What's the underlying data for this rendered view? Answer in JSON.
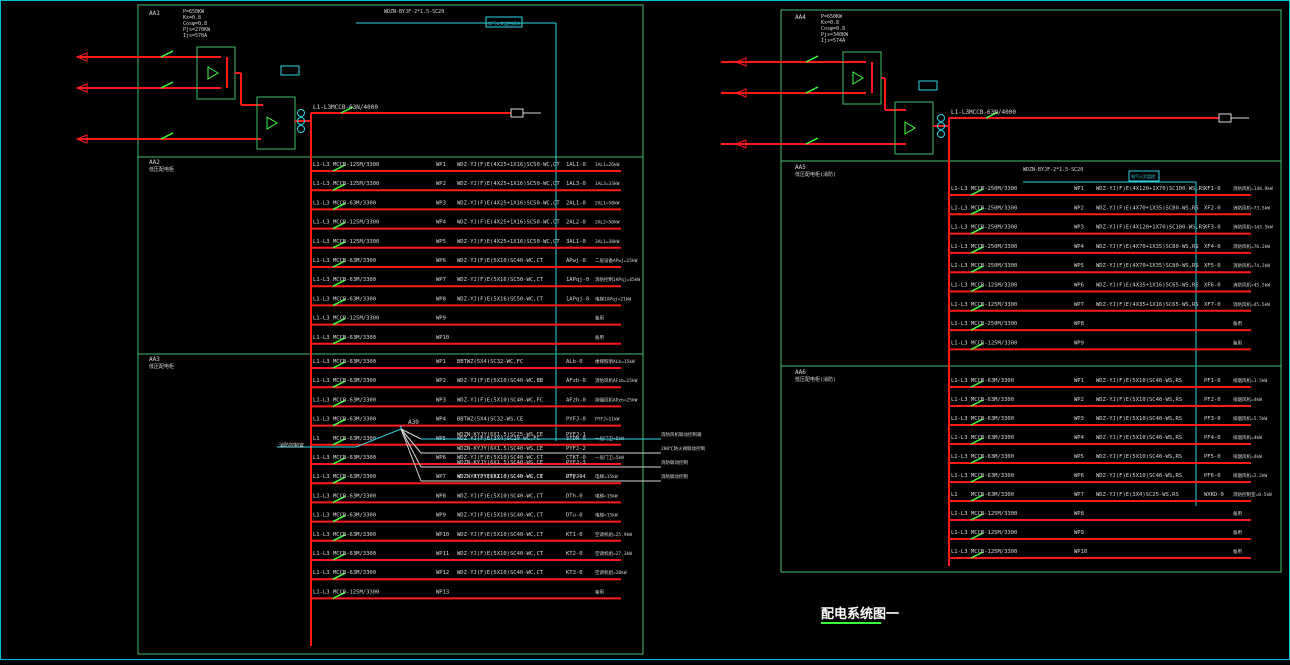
{
  "title": "配电系统图一",
  "colors": {
    "bus": "#ff1a1a",
    "feeder": "#ff1a1a",
    "box": "#3fbf6a",
    "breaker": "#3cff3c",
    "text": "#d8d8d8",
    "cyan": "#2fd3e6"
  },
  "panel_left": {
    "top_box": {
      "name": "AA1",
      "params": [
        "P=650KW",
        "Kx=0.8",
        "Cosφ=0.8",
        "Pjs=270KW",
        "Ijs=570A"
      ],
      "main_phase": "L1-L3",
      "main_breaker": "MCCB-63N/4000",
      "cable_label": "WDZN-BYJF-2*1.5-SC20",
      "tag": "电气火灾监控模块"
    },
    "mid_box": {
      "name": "AA2",
      "desc": "低压配电柜",
      "rows": [
        {
          "phase": "L1-L3",
          "breaker": "MCCB-125M/3300",
          "circuit": "WP1",
          "cable": "WDZ-YJ(F)E(4X25+1X16)SC50-WC,CT",
          "dest": "1AL1-0",
          "note": "1AL1=26kW"
        },
        {
          "phase": "L1-L3",
          "breaker": "MCCB-125M/3300",
          "circuit": "WP2",
          "cable": "WDZ-YJ(F)E(4X25+1X16)SC50-WC,CT",
          "dest": "1AL3-0",
          "note": "1AL3=33kW"
        },
        {
          "phase": "L1-L3",
          "breaker": "MCCB-63M/3300",
          "circuit": "WP3",
          "cable": "WDZ-YJ(F)E(4X25+1X16)SC50-WC,CT",
          "dest": "2AL1-0",
          "note": "2AL1=50kW"
        },
        {
          "phase": "L1-L3",
          "breaker": "MCCB-125M/3300",
          "circuit": "WP4",
          "cable": "WDZ-YJ(F)E(4X25+1X16)SC50-WC,CT",
          "dest": "2AL2-0",
          "note": "2AL2=50kW"
        },
        {
          "phase": "L1-L3",
          "breaker": "MCCB-125M/3300",
          "circuit": "WP5",
          "cable": "WDZ-YJ(F)E(4X25+1X16)SC50-WC,CT",
          "dest": "3AL1-0",
          "note": "3AL1=38kW"
        },
        {
          "phase": "L1-L3",
          "breaker": "MCCB-63M/3300",
          "circuit": "WP6",
          "cable": "WDZ-YJ(F)E(5X10)SC40-WC,CT",
          "dest": "APwj-0",
          "note": "二层设备APwj=15kW"
        },
        {
          "phase": "L1-L3",
          "breaker": "MCCB-63M/3300",
          "circuit": "WP7",
          "cable": "WDZ-YJ(F)E(5X16)SC50-WC,CT",
          "dest": "1APqj-0",
          "note": "消防控制1APqj=45kW"
        },
        {
          "phase": "L1-L3",
          "breaker": "MCCB-63M/3300",
          "circuit": "WP8",
          "cable": "WDZ-YJ(F)E(5X16)SC50-WC,CT",
          "dest": "1APqj-0",
          "note": "电梯1APqj=21kW"
        },
        {
          "phase": "L1-L3",
          "breaker": "MCCB-125M/3300",
          "circuit": "WP9",
          "cable": "",
          "dest": "",
          "note": "备用"
        },
        {
          "phase": "L1-L3",
          "breaker": "MCCB-63M/3300",
          "circuit": "WP10",
          "cable": "",
          "dest": "",
          "note": "备用"
        }
      ]
    },
    "bot_box": {
      "name": "AA3",
      "desc": "低压配电柜",
      "rows": [
        {
          "phase": "L1-L3",
          "breaker": "MCCB-63M/3300",
          "circuit": "WP1",
          "cable": "BBTWZ(5X4)SC32-WC,FC",
          "dest": "ALb-0",
          "note": "楼梯照明ALb=15kW"
        },
        {
          "phase": "L1-L3",
          "breaker": "MCCB-63M/3300",
          "circuit": "WP2",
          "cable": "WDZ-YJ(F)E(5X10)SC40-WC,BB",
          "dest": "AFzb-0",
          "note": "消防风机AFzb=15kW"
        },
        {
          "phase": "L1-L3",
          "breaker": "MCCB-63M/3300",
          "circuit": "WP3",
          "cable": "WDZ-YJ(F)E(5X10)SC40-WC,FC",
          "dest": "AFzb-0",
          "note": "排烟风机APzb=25kW"
        },
        {
          "phase": "L1-L3",
          "breaker": "MCCB-63M/3300",
          "circuit": "WP4",
          "cable": "BBTWZ(5X4)SC32-WS,CE",
          "dest": "PYFJ-0",
          "note": "PYFJ=11kW"
        },
        {
          "phase": "L1",
          "breaker": "MCCB-63M/3300",
          "circuit": "WP5",
          "cable": "WDZ-YJ(F)E(3X4)SC20-WC,FC",
          "dest": "STDN-0",
          "note": "一层门卫=5kW"
        },
        {
          "phase": "L1-L3",
          "breaker": "MCCB-63M/3300",
          "circuit": "WP6",
          "cable": "WDZ-YJ(F)E(5X10)SC40-WC,CT",
          "dest": "CTKT-0",
          "note": "一层门卫=5kW"
        },
        {
          "phase": "L1-L3",
          "breaker": "MCCB-63M/3300",
          "circuit": "WP7",
          "cable": "WDZ-YJ(F)E(5X10)SC40-WC,CT",
          "dest": "DTy-0",
          "note": "电梯=15kW"
        },
        {
          "phase": "L1-L3",
          "breaker": "MCCB-63M/3300",
          "circuit": "WP8",
          "cable": "WDZ-YJ(F)E(5X10)SC40-WC,CT",
          "dest": "DTh-0",
          "note": "电梯=15kW"
        },
        {
          "phase": "L1-L3",
          "breaker": "MCCB-63M/3300",
          "circuit": "WP9",
          "cable": "WDZ-YJ(F)E(5X10)SC40-WC,CT",
          "dest": "DTu-0",
          "note": "电梯=15kW"
        },
        {
          "phase": "L1-L3",
          "breaker": "MCCB-63M/3300",
          "circuit": "WP10",
          "cable": "WDZ-YJ(F)E(5X10)SC40-WC,CT",
          "dest": "KT1-0",
          "note": "空调机组=25.9kW"
        },
        {
          "phase": "L1-L3",
          "breaker": "MCCB-63M/3300",
          "circuit": "WP11",
          "cable": "WDZ-YJ(F)E(5X10)SC40-WC,CT",
          "dest": "KT2-0",
          "note": "空调机组=27.3kW"
        },
        {
          "phase": "L1-L3",
          "breaker": "MCCB-63M/3300",
          "circuit": "WP12",
          "cable": "WDZ-YJ(F)E(5X10)SC40-WC,CT",
          "dest": "KT3-0",
          "note": "空调机组=20kW"
        },
        {
          "phase": "L1-L3",
          "breaker": "MCCB-125M/3300",
          "circuit": "WP13",
          "cable": "",
          "dest": "",
          "note": "备用"
        }
      ],
      "branch": {
        "label": "A30",
        "left_tag": "消防控制室",
        "rows": [
          {
            "cable": "WDZN-KYJY(6X1.5)SC25-WS,CE",
            "dest": "PYFJ-1",
            "note": "消防风机联动控制箱"
          },
          {
            "cable": "WDZN-KYJY(6X1.5)SC40-WS,CE",
            "dest": "PYFJ-2",
            "note": "280℃防火阀联动控制"
          },
          {
            "cable": "WDZN-KYJY(6X1.5)SC40-WS,CE",
            "dest": "PYFJ-3",
            "note": "消防联动控制"
          },
          {
            "cable": "WDZN-KYJY(6X1.5)SC40-WS,CE",
            "dest": "PYFJ-4",
            "note": "消防联动控制"
          }
        ]
      }
    }
  },
  "panel_right": {
    "top_box": {
      "name": "AA4",
      "params": [
        "P=650KW",
        "Kx=0.8",
        "Cosφ=0.8",
        "Pjs=340KW",
        "Ijs=574A"
      ],
      "main_phase": "L1-L3",
      "main_breaker": "MCCB-63N/4000"
    },
    "mid_box": {
      "name": "AA5",
      "desc": "低压配电柜(消防)",
      "cable_label": "WDZN-BYJF-2*1.5-SC20",
      "tag": "电气火灾监控",
      "rows": [
        {
          "phase": "L1-L3",
          "breaker": "MCCB-250M/3300",
          "circuit": "WP1",
          "cable": "WDZ-YJ(F)E(4X120+1X70)SC100-WS,RS",
          "dest": "XF1-0",
          "note": "消防风机=148.9kW"
        },
        {
          "phase": "L1-L3",
          "breaker": "MCCB-250M/3300",
          "circuit": "WP2",
          "cable": "WDZ-YJ(F)E(4X70+1X35)SC80-WS,RS",
          "dest": "XF2-0",
          "note": "消防风机=73.5kW"
        },
        {
          "phase": "L1-L3",
          "breaker": "MCCB-250M/3300",
          "circuit": "WP3",
          "cable": "WDZ-YJ(F)E(4X120+1X70)SC100-WS,RS",
          "dest": "XF3-0",
          "note": "消防风机=143.5kW"
        },
        {
          "phase": "L1-L3",
          "breaker": "MCCB-250M/3300",
          "circuit": "WP4",
          "cable": "WDZ-YJ(F)E(4X70+1X35)SC80-WS,RS",
          "dest": "XF4-0",
          "note": "消防风机=76.2kW"
        },
        {
          "phase": "L1-L3",
          "breaker": "MCCB-250M/3300",
          "circuit": "WP5",
          "cable": "WDZ-YJ(F)E(4X70+1X35)SC80-WS,RS",
          "dest": "XF5-0",
          "note": "消防风机=74.2kW"
        },
        {
          "phase": "L1-L3",
          "breaker": "MCCB-125M/3300",
          "circuit": "WP6",
          "cable": "WDZ-YJ(F)E(4X35+1X16)SC65-WS,RS",
          "dest": "XF6-0",
          "note": "消防风机=45.5kW"
        },
        {
          "phase": "L1-L3",
          "breaker": "MCCB-125M/3300",
          "circuit": "WP7",
          "cable": "WDZ-YJ(F)E(4X35+1X16)SC65-WS,RS",
          "dest": "XF7-0",
          "note": "消防风机=45.5kW"
        },
        {
          "phase": "L1-L3",
          "breaker": "MCCB-250M/3300",
          "circuit": "WP8",
          "cable": "",
          "dest": "",
          "note": "备用"
        },
        {
          "phase": "L1-L3",
          "breaker": "MCCB-125M/3300",
          "circuit": "WP9",
          "cable": "",
          "dest": "",
          "note": "备用"
        }
      ]
    },
    "bot_box": {
      "name": "AA6",
      "desc": "低压配电柜(消防)",
      "rows": [
        {
          "phase": "L1-L3",
          "breaker": "MCCB-63M/3300",
          "circuit": "WP1",
          "cable": "WDZ-YJ(F)E(5X10)SC40-WS,RS",
          "dest": "PF1-0",
          "note": "排烟风机=1.5kW"
        },
        {
          "phase": "L1-L3",
          "breaker": "MCCB-63M/3300",
          "circuit": "WP2",
          "cable": "WDZ-YJ(F)E(5X10)SC40-WS,RS",
          "dest": "PF2-0",
          "note": "排烟风机=4kW"
        },
        {
          "phase": "L1-L3",
          "breaker": "MCCB-63M/3300",
          "circuit": "WP3",
          "cable": "WDZ-YJ(F)E(5X10)SC40-WS,RS",
          "dest": "PF3-0",
          "note": "排烟风机=5.5kW"
        },
        {
          "phase": "L1-L3",
          "breaker": "MCCB-63M/3300",
          "circuit": "WP4",
          "cable": "WDZ-YJ(F)E(5X10)SC40-WS,RS",
          "dest": "PF4-0",
          "note": "排烟风机=4kW"
        },
        {
          "phase": "L1-L3",
          "breaker": "MCCB-63M/3300",
          "circuit": "WP5",
          "cable": "WDZ-YJ(F)E(5X10)SC40-WS,RS",
          "dest": "PF5-0",
          "note": "排烟风机=4kW"
        },
        {
          "phase": "L1-L3",
          "breaker": "MCCB-63M/3300",
          "circuit": "WP6",
          "cable": "WDZ-YJ(F)E(5X10)SC40-WS,RS",
          "dest": "PF6-0",
          "note": "排烟风机=2.2kW"
        },
        {
          "phase": "L1",
          "breaker": "MCCB-63M/3300",
          "circuit": "WP7",
          "cable": "WDZ-YJ(F)E(3X4)SC25-WS,RS",
          "dest": "WXKD-0",
          "note": "消防控制室=0.5kW"
        },
        {
          "phase": "L1-L3",
          "breaker": "MCCB-125M/3300",
          "circuit": "WP8",
          "cable": "",
          "dest": "",
          "note": "备用"
        },
        {
          "phase": "L1-L3",
          "breaker": "MCCB-125M/3300",
          "circuit": "WP9",
          "cable": "",
          "dest": "",
          "note": "备用"
        },
        {
          "phase": "L1-L3",
          "breaker": "MCCB-125M/3300",
          "circuit": "WP10",
          "cable": "",
          "dest": "",
          "note": "备用"
        }
      ]
    }
  }
}
